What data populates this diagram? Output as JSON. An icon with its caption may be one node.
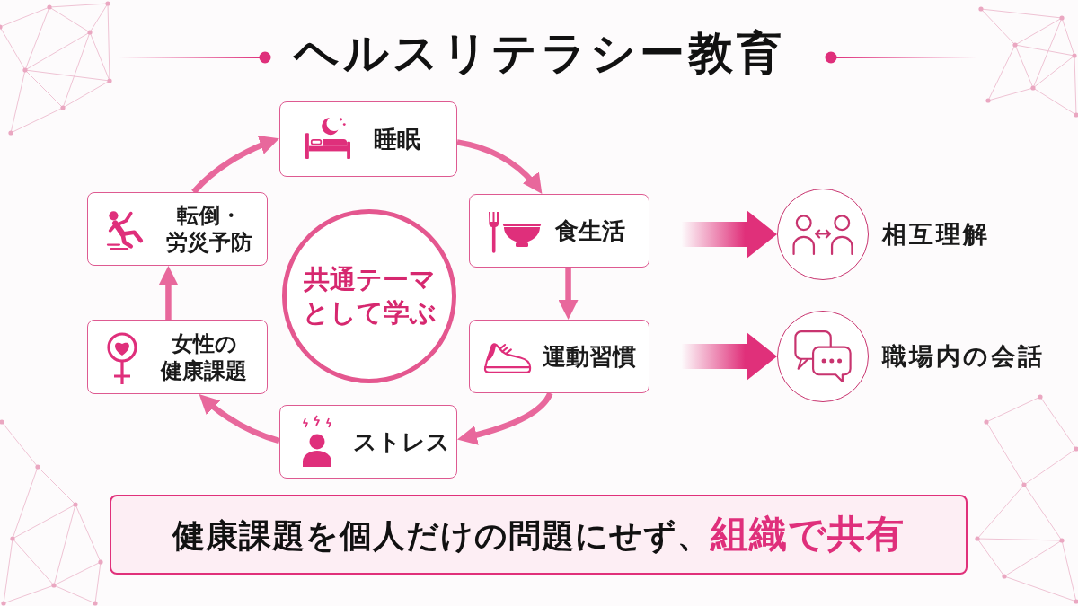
{
  "diagram": {
    "title": "ヘルスリテラシー教育",
    "nodes": [
      {
        "text": [
          "睡眠"
        ]
      },
      {
        "text": [
          "食生活"
        ]
      },
      {
        "text": [
          "運動習慣"
        ]
      },
      {
        "text": [
          "ストレス"
        ]
      },
      {
        "text": [
          "女性の健康課題"
        ]
      },
      {
        "text": [
          "転倒・労災予防"
        ]
      },
      {
        "text": [
          "共通テーマとして学ぶ"
        ]
      },
      {
        "text": [],
        "shape": "circle",
        "beside": [
          "相互理解"
        ]
      },
      {
        "text": [],
        "shape": "circle",
        "beside": [
          "職場内の会話"
        ]
      },
      {
        "text": [
          "健康課題を個人だけの問題にせず、**組織で共有**"
        ]
      }
    ],
    "edges": [
      {
        "from": 5,
        "to": 0,
        "arrow": "to"
      },
      {
        "from": 0,
        "to": 1,
        "arrow": "to"
      },
      {
        "from": 1,
        "to": 2,
        "arrow": "to"
      },
      {
        "from": 2,
        "to": 3,
        "arrow": "to"
      },
      {
        "from": 3,
        "to": 4,
        "arrow": "to"
      },
      {
        "from": 4,
        "to": 5,
        "arrow": "to"
      },
      {
        "from": 1,
        "to": 7,
        "arrow": "to",
        "style": "thick",
        "color": "#e0307a"
      },
      {
        "from": 2,
        "to": 8,
        "arrow": "to",
        "style": "thick",
        "color": "#e0307a"
      }
    ]
  }
}
